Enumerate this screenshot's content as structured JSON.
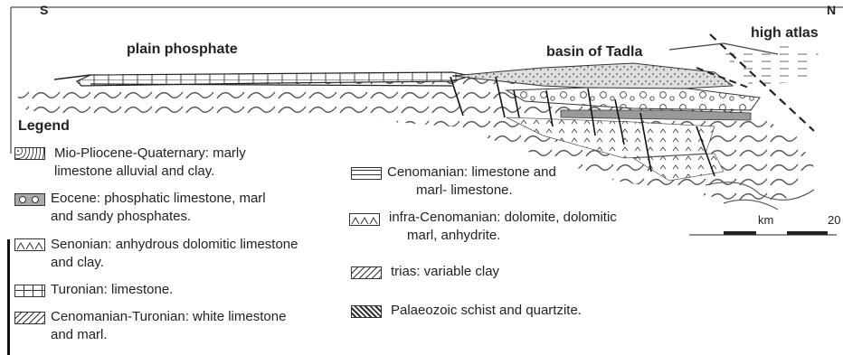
{
  "orientation": {
    "left": "S",
    "right": "N"
  },
  "regions": {
    "plain": "plain phosphate",
    "basin": "basin of Tadla",
    "atlas": "high atlas"
  },
  "legend": {
    "title": "Legend",
    "items": [
      {
        "line1": "Mio-Pliocene-Quaternary: marly",
        "line2": "limestone alluvial and clay.",
        "pattern": "dotted"
      },
      {
        "line1": "Eocene: phosphatic limestone, marl",
        "line2": "and sandy phosphates.",
        "pattern": "grey-circles"
      },
      {
        "line1": "Senonian: anhydrous dolomitic limestone",
        "line2": "and clay.",
        "pattern": "triangles"
      },
      {
        "line1": "Turonian: limestone.",
        "line2": "",
        "pattern": "bricks"
      },
      {
        "line1": "Cenomanian-Turonian: white limestone",
        "line2": "and marl.",
        "pattern": "slashes"
      },
      {
        "line1": "Cenomanian: limestone and",
        "line2": "marl- limestone.",
        "pattern": "lines"
      },
      {
        "line1": "infra-Cenomanian: dolomite, dolomitic",
        "line2": "marl, anhydrite.",
        "pattern": "triangles"
      },
      {
        "line1": "trias: variable clay",
        "line2": "",
        "pattern": "slashes"
      },
      {
        "line1": "Palaeozoic schist and quartzite.",
        "line2": "",
        "pattern": "dense"
      }
    ]
  },
  "scale": {
    "unit": "km",
    "max": "20"
  }
}
